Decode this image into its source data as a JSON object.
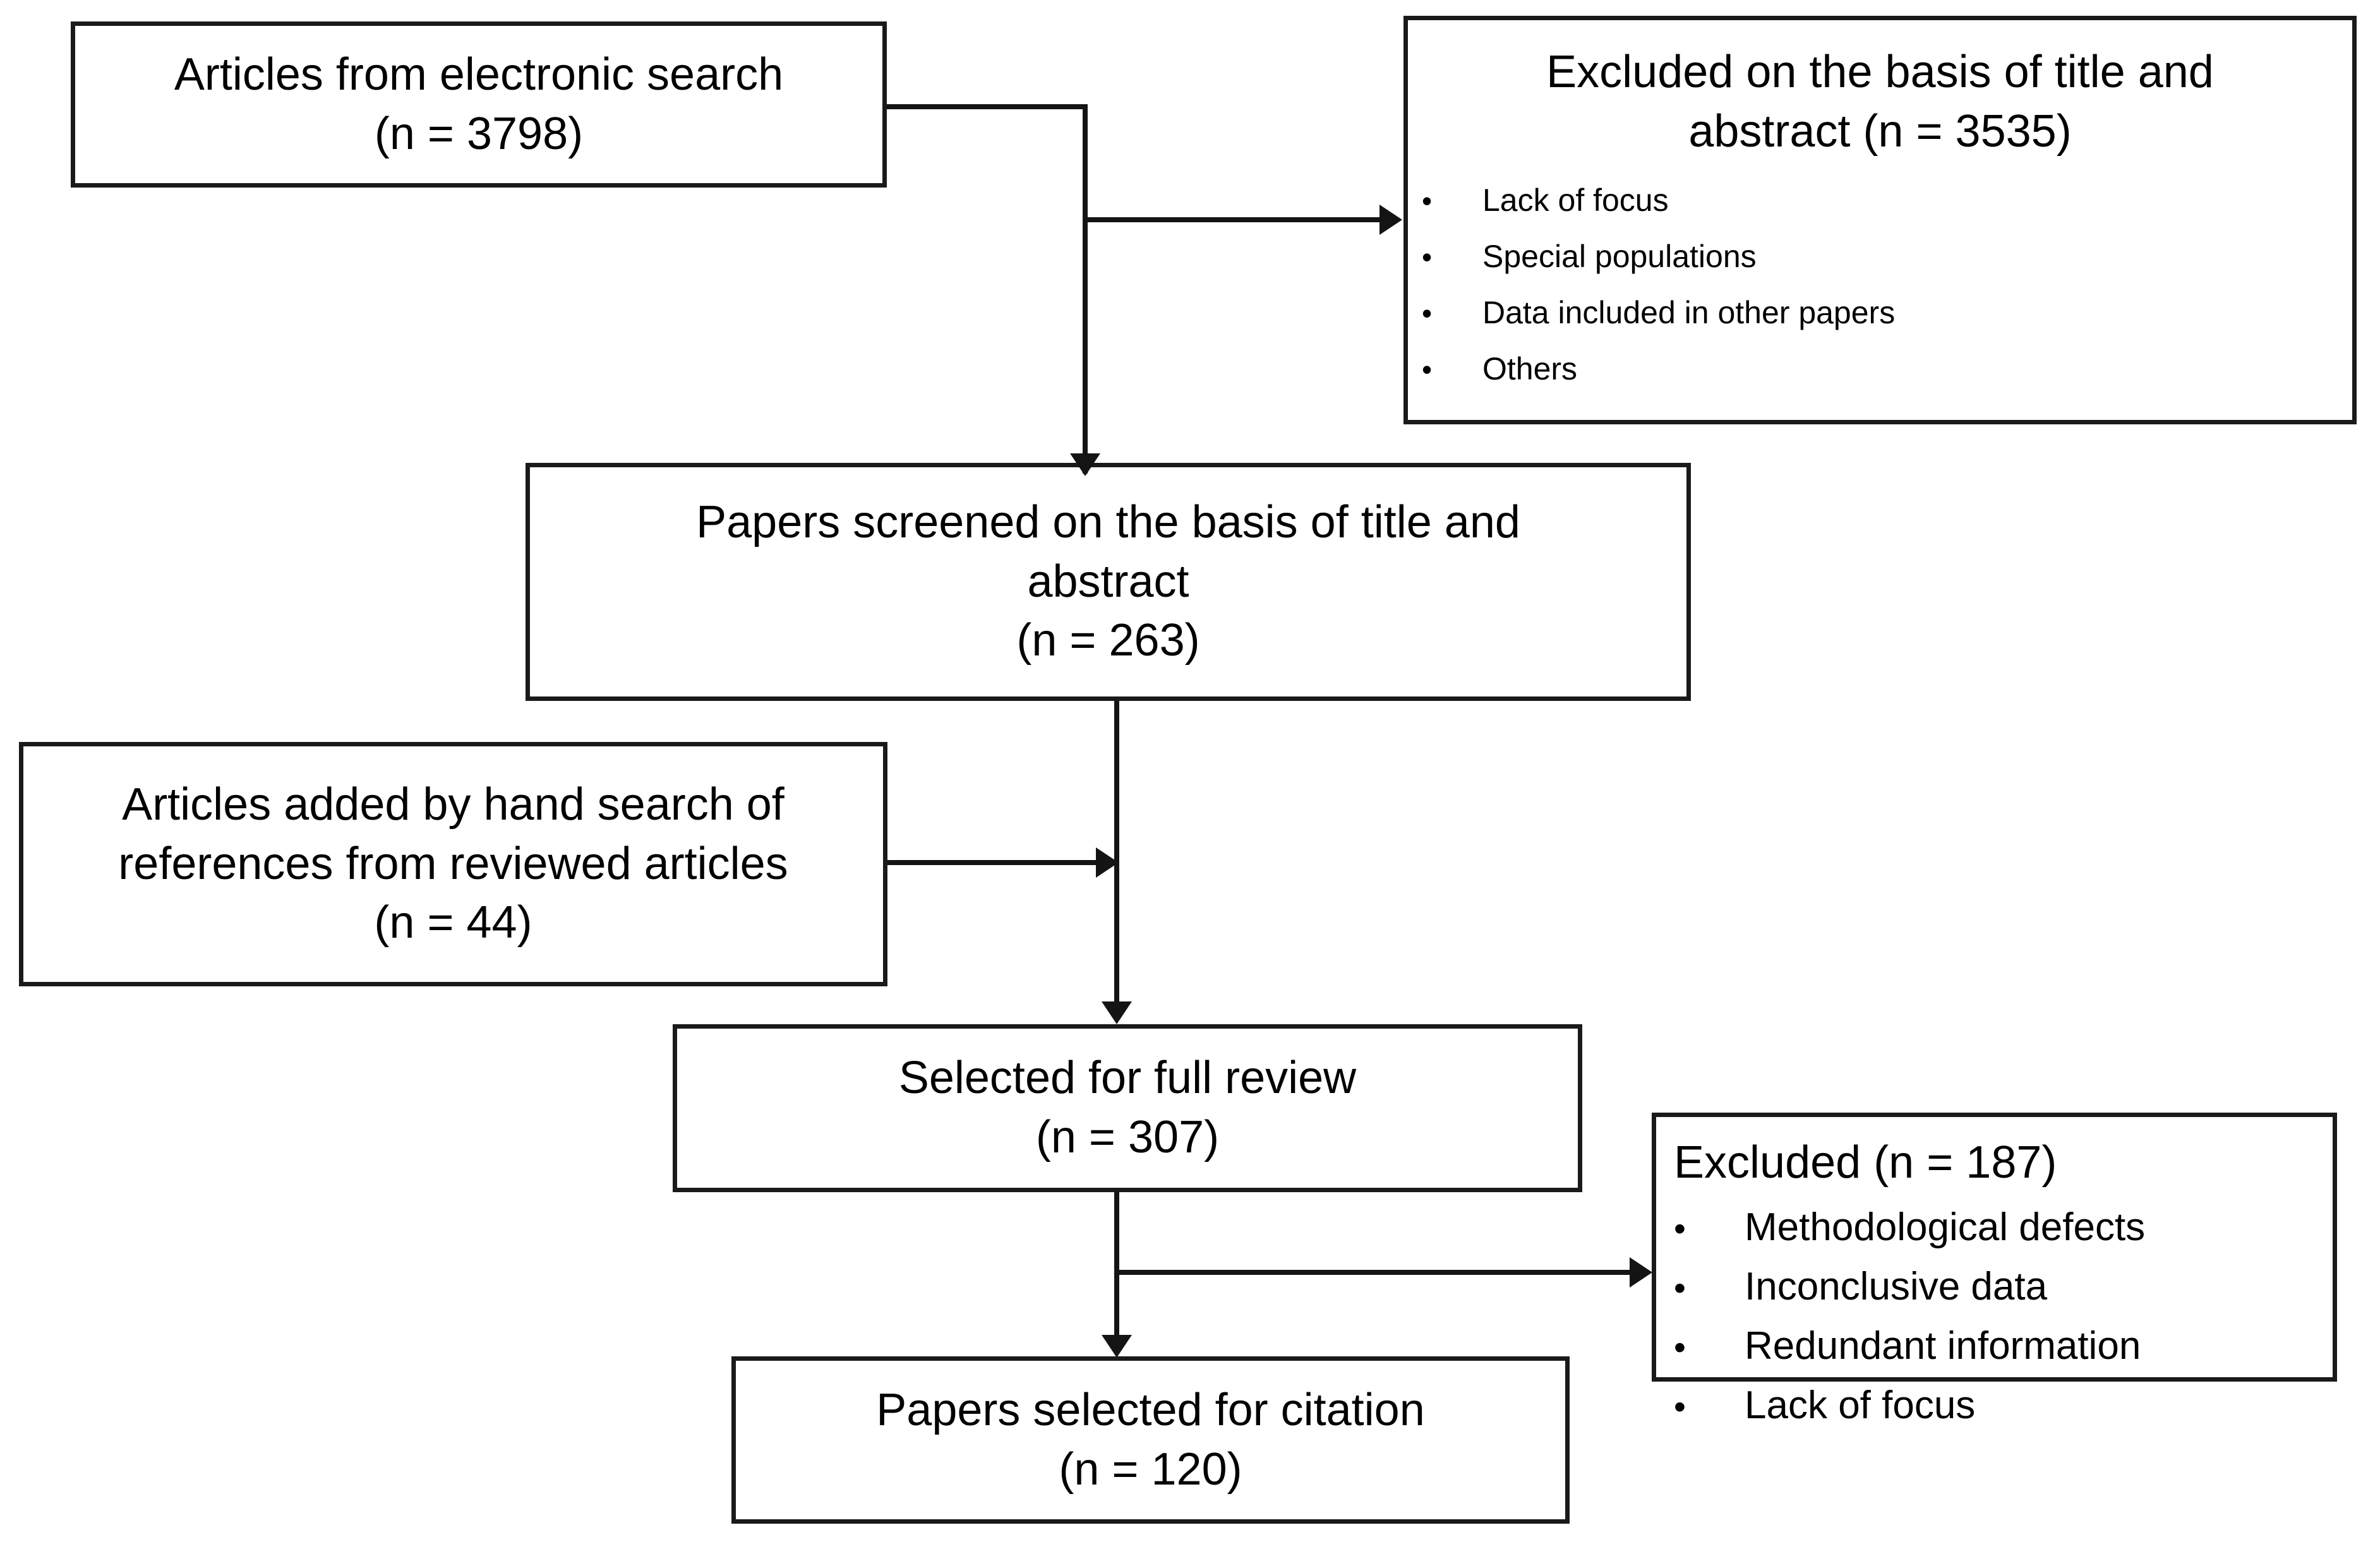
{
  "diagram": {
    "title": "Study selection flow diagram",
    "colors": {
      "line": "#141414",
      "border": "#1a1a1a",
      "text": "#000000",
      "background": "#ffffff"
    },
    "nodes": {
      "electronic_search": {
        "line1": "Articles from electronic search",
        "line2": "(n = 3798)"
      },
      "excluded_title_abstract": {
        "heading_line1": "Excluded on the basis of title and",
        "heading_line2": "abstract (n = 3535)",
        "bullets": [
          "Lack of focus",
          "Special populations",
          "Data included in other papers",
          "Others"
        ],
        "bullet_glyph": "•"
      },
      "papers_screened": {
        "line1": "Papers screened on the basis of title and",
        "line2": "abstract",
        "line3": "(n = 263)"
      },
      "hand_search": {
        "line1": "Articles added by hand search of",
        "line2": "references from reviewed articles",
        "line3": "(n = 44)"
      },
      "selected_full_review": {
        "line1": "Selected for full review",
        "line2": "(n = 307)"
      },
      "excluded_full_review": {
        "heading": "Excluded (n = 187)",
        "bullets": [
          "Methodological defects",
          "Inconclusive data",
          "Redundant information",
          "Lack of focus"
        ],
        "bullet_glyph": "•"
      },
      "papers_cited": {
        "line1": "Papers selected for citation",
        "line2": "(n = 120)"
      }
    }
  }
}
